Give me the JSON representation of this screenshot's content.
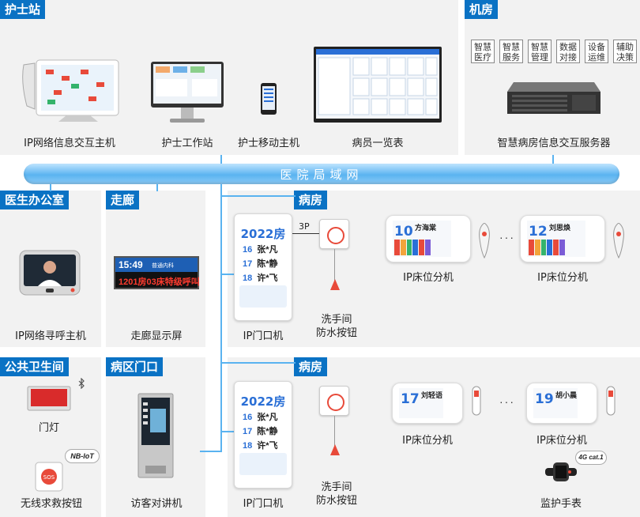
{
  "sections": {
    "nurse_station": "护士站",
    "machine_room": "机房",
    "doctor_office": "医生办公室",
    "corridor": "走廊",
    "ward_1": "病房",
    "ward_2": "病房",
    "public_toilet": "公共卫生间",
    "ward_gate": "病区门口"
  },
  "lan_label": "医院局域网",
  "devices": {
    "ip_host": "IP网络信息交互主机",
    "workstation": "护士工作站",
    "mobile_host": "护士移动主机",
    "overview_board": "病员一览表",
    "server": "智慧病房信息交互服务器",
    "call_host": "IP网络寻呼主机",
    "corridor_display": "走廊显示屏",
    "door_1": "IP门口机",
    "bed_1a": "IP床位分机",
    "bed_1b": "IP床位分机",
    "wash_1": "洗手间\n防水按钮",
    "door_2": "IP门口机",
    "bed_2a": "IP床位分机",
    "bed_2b": "IP床位分机",
    "wash_2": "洗手间\n防水按钮",
    "door_light": "门灯",
    "sos_button": "无线求救按钮",
    "intercom": "访客对讲机",
    "watch": "监护手表"
  },
  "server_buttons": [
    "智慧\n医疗",
    "智慧\n服务",
    "智慧\n管理",
    "数据\n对接",
    "设备\n运维",
    "辅助\n决策"
  ],
  "corridor_screen": {
    "time": "15:49",
    "dept": "普通内科",
    "message": "1201房03床特级呼叫"
  },
  "door_screen": {
    "room": "2022房",
    "rows": [
      {
        "bed": "16",
        "name": "张*凡"
      },
      {
        "bed": "17",
        "name": "陈*静"
      },
      {
        "bed": "18",
        "name": "许*飞"
      }
    ]
  },
  "bed_screens": {
    "b1": {
      "num": "10",
      "name": "方海棠"
    },
    "b2": {
      "num": "12",
      "name": "刘思焕"
    },
    "b3": {
      "num": "17",
      "name": "刘轻语"
    },
    "b4": {
      "num": "19",
      "name": "胡小晨"
    }
  },
  "cable_label": "3P",
  "ellipsis": "···",
  "badges": {
    "nb_iot": "NB-IoT",
    "cat1": "4G cat.1"
  },
  "colors": {
    "header": "#0a72c4",
    "lan": "#5ab3f0",
    "panel": "#f2f2f2"
  }
}
